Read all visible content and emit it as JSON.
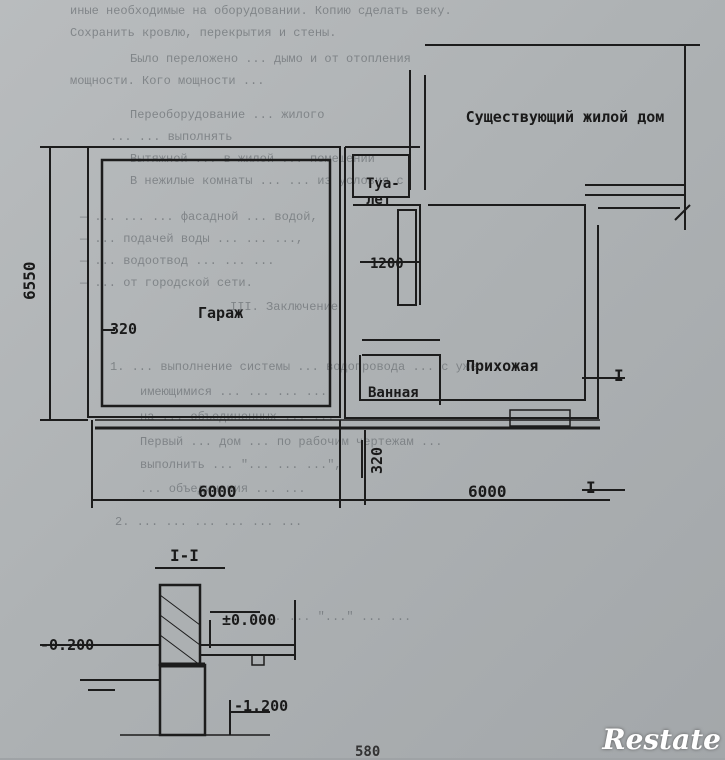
{
  "background_text": [
    "иные необходимые на оборудовании. Копию сделать веку.",
    "Сохранить кровлю, перекрытия и стены.",
    "Было переложено ... дымо и от отопления",
    "мощности. Кого мощности ...",
    "Переоборудование ... жилого",
    "... ... выполнять",
    "Вытяжной ... в жилой ... помещении",
    "В нежилые комнаты ... ... из условия с",
    "— ... ... ... фасадной ... водой,",
    "— ... подачей воды ... ... ...,",
    "— ... водоотвод ... ... ...",
    "— ... от городской сети.",
    "III. Заключение",
    "1. ... выполнение системы ... водопровода ... с уже",
    "имеющимися ... ... ... ...",
    "на ... объединенных ... ...",
    "Первый ... дом ... по рабочим чертежам ...",
    "выполнить ... \"... ... ...\",",
    "... объединения ... ...",
    "2. ... ... ... ... ... ...",
    "... ... \"...\" ... ..."
  ],
  "plan": {
    "existing_house": "Существующий жилой дом",
    "toilet": "Туа- лет",
    "garage": "Гараж",
    "hallway": "Прихожая",
    "bathroom": "Ванная",
    "dim_6550": "6550",
    "dim_6000_left": "6000",
    "dim_6000_right": "6000",
    "dim_320_left": "320",
    "dim_320_bottom": "320",
    "dim_1200": "1200",
    "section_mark_top": "I",
    "section_mark_bottom": "I"
  },
  "section": {
    "title": "I-I",
    "level_zero": "±0.000",
    "level_minus_0200": "-0.200",
    "level_minus_1200": "-1.200"
  },
  "page_number": "580",
  "watermark": "Restate"
}
